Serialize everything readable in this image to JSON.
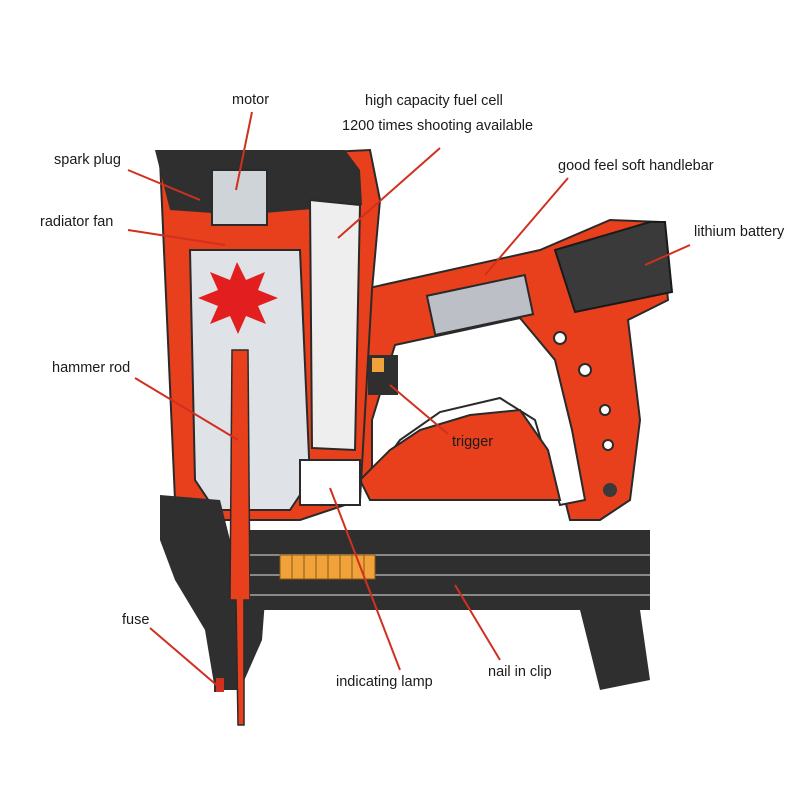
{
  "labels": {
    "motor": "motor",
    "fuel_cell_line1": "high capacity fuel cell",
    "fuel_cell_line2": "1200 times shooting available",
    "spark_plug": "spark plug",
    "handlebar": "good feel soft handlebar",
    "radiator_fan": "radiator fan",
    "battery": "lithium battery",
    "hammer_rod": "hammer rod",
    "trigger": "trigger",
    "fuse": "fuse",
    "nail_clip": "nail in clip",
    "indicating_lamp": "indicating lamp"
  },
  "colors": {
    "body_red": "#e8401c",
    "dark_red": "#b82a10",
    "dark_gray": "#3a3a3a",
    "light_gray": "#d9dde2",
    "leader_red": "#d0301f",
    "orange_nails": "#f2a23a"
  }
}
